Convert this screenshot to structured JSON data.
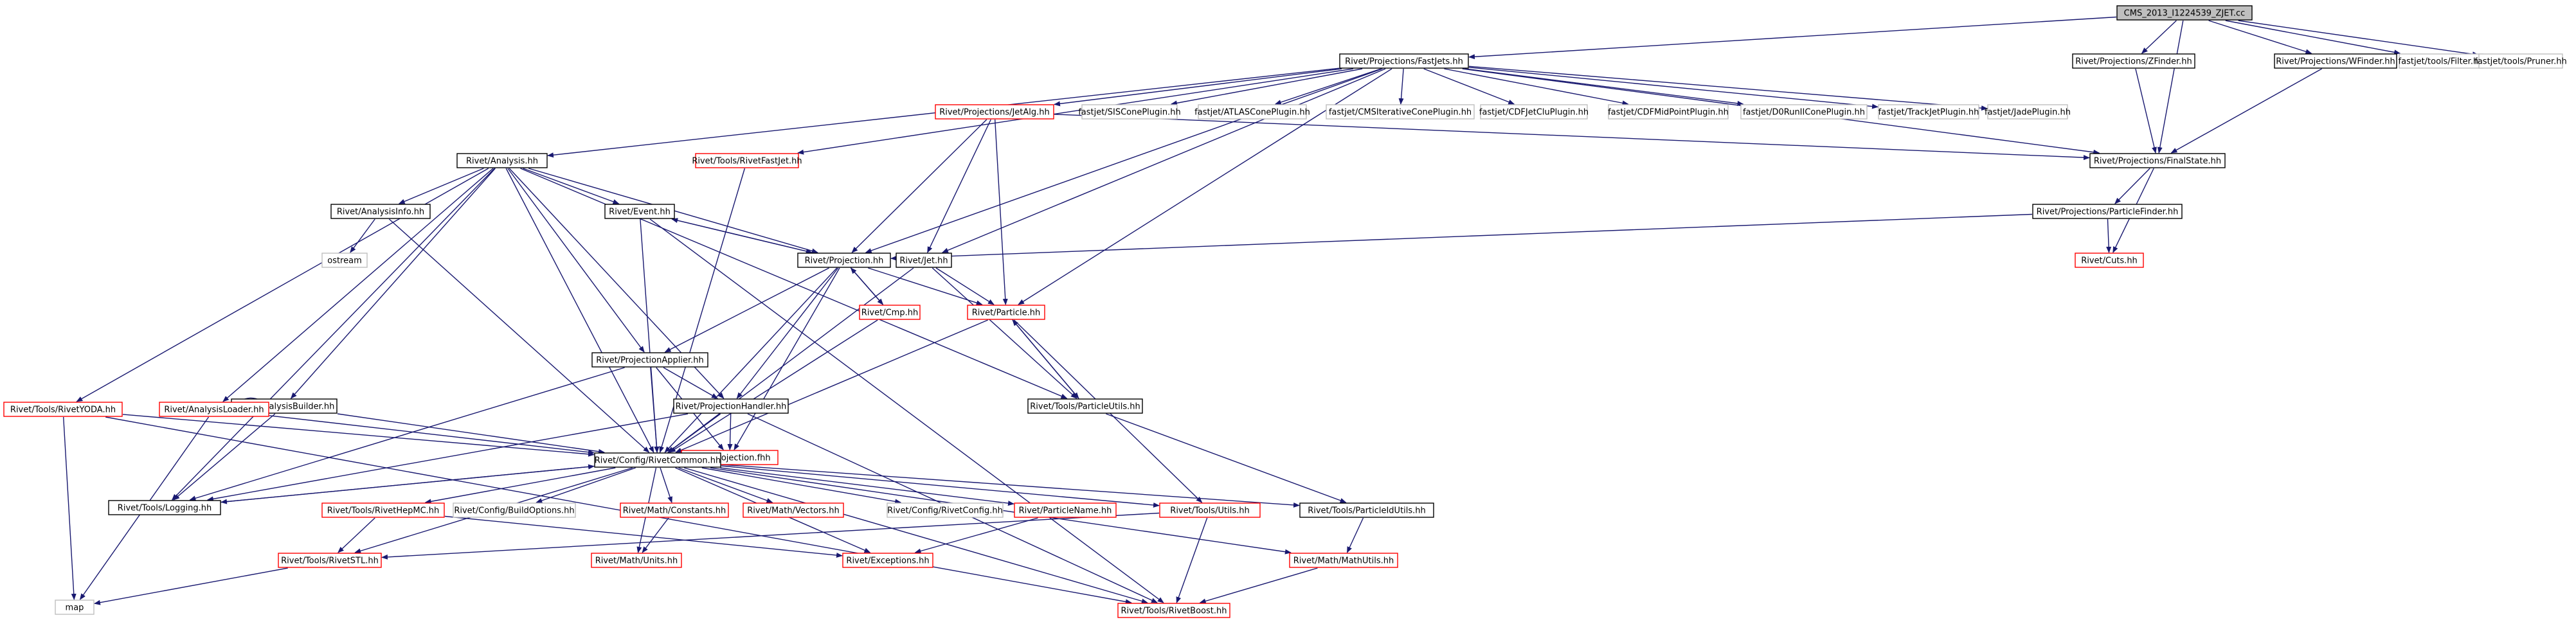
{
  "colors": {
    "edge": "#191970",
    "normal_border": "#000000",
    "missing_border": "#ff0000",
    "external_border": "#bfbfbf",
    "root_fill": "#bfbfbf",
    "node_fill": "#ffffff"
  },
  "nodes": [
    {
      "id": "root",
      "label": "CMS_2013_I1224539_ZJET.cc",
      "kind": "root"
    },
    {
      "id": "fastjets",
      "label": "Rivet/Projections/FastJets.hh",
      "kind": "normal"
    },
    {
      "id": "zfinder",
      "label": "Rivet/Projections/ZFinder.hh",
      "kind": "normal"
    },
    {
      "id": "wfinder",
      "label": "Rivet/Projections/WFinder.hh",
      "kind": "normal"
    },
    {
      "id": "filter",
      "label": "fastjet/tools/Filter.hh",
      "kind": "external"
    },
    {
      "id": "pruner",
      "label": "fastjet/tools/Pruner.hh",
      "kind": "external"
    },
    {
      "id": "jetalg",
      "label": "Rivet/Projections/JetAlg.hh",
      "kind": "missing"
    },
    {
      "id": "siscone",
      "label": "fastjet/SISConePlugin.hh",
      "kind": "external"
    },
    {
      "id": "atlascone",
      "label": "fastjet/ATLASConePlugin.hh",
      "kind": "external"
    },
    {
      "id": "cmscone",
      "label": "fastjet/CMSIterativeConePlugin.hh",
      "kind": "external"
    },
    {
      "id": "cdfjetclu",
      "label": "fastjet/CDFJetCluPlugin.hh",
      "kind": "external"
    },
    {
      "id": "cdfmidpoint",
      "label": "fastjet/CDFMidPointPlugin.hh",
      "kind": "external"
    },
    {
      "id": "d0run",
      "label": "fastjet/D0RunIIConePlugin.hh",
      "kind": "external"
    },
    {
      "id": "trackjet",
      "label": "fastjet/TrackJetPlugin.hh",
      "kind": "external"
    },
    {
      "id": "jade",
      "label": "fastjet/JadePlugin.hh",
      "kind": "external"
    },
    {
      "id": "analysis",
      "label": "Rivet/Analysis.hh",
      "kind": "normal"
    },
    {
      "id": "rivetfastjet",
      "label": "Rivet/Tools/RivetFastJet.hh",
      "kind": "missing"
    },
    {
      "id": "finalstate",
      "label": "Rivet/Projections/FinalState.hh",
      "kind": "normal"
    },
    {
      "id": "analysisinfo",
      "label": "Rivet/AnalysisInfo.hh",
      "kind": "normal"
    },
    {
      "id": "event",
      "label": "Rivet/Event.hh",
      "kind": "normal"
    },
    {
      "id": "particlefinder",
      "label": "Rivet/Projections/ParticleFinder.hh",
      "kind": "normal"
    },
    {
      "id": "ostream",
      "label": "ostream",
      "kind": "external"
    },
    {
      "id": "projection",
      "label": "Rivet/Projection.hh",
      "kind": "normal"
    },
    {
      "id": "jet",
      "label": "Rivet/Jet.hh",
      "kind": "normal"
    },
    {
      "id": "cuts",
      "label": "Rivet/Cuts.hh",
      "kind": "missing"
    },
    {
      "id": "cmp",
      "label": "Rivet/Cmp.hh",
      "kind": "missing"
    },
    {
      "id": "particle",
      "label": "Rivet/Particle.hh",
      "kind": "missing"
    },
    {
      "id": "projectionapplier",
      "label": "Rivet/ProjectionApplier.hh",
      "kind": "normal"
    },
    {
      "id": "analysisbuilder",
      "label": "Rivet/AnalysisBuilder.hh",
      "kind": "normal"
    },
    {
      "id": "particleutils",
      "label": "Rivet/Tools/ParticleUtils.hh",
      "kind": "normal"
    },
    {
      "id": "projectionhandler",
      "label": "Rivet/ProjectionHandler.hh",
      "kind": "normal"
    },
    {
      "id": "rivetyoda",
      "label": "Rivet/Tools/RivetYODA.hh",
      "kind": "missing"
    },
    {
      "id": "analysisloader",
      "label": "Rivet/AnalysisLoader.hh",
      "kind": "missing"
    },
    {
      "id": "projectionfhh",
      "label": "Rivet/Projection.fhh",
      "kind": "missing"
    },
    {
      "id": "rivetcommon",
      "label": "Rivet/Config/RivetCommon.hh",
      "kind": "normal"
    },
    {
      "id": "logging",
      "label": "Rivet/Tools/Logging.hh",
      "kind": "normal"
    },
    {
      "id": "rivethepmc",
      "label": "Rivet/Tools/RivetHepMC.hh",
      "kind": "missing"
    },
    {
      "id": "buildoptions",
      "label": "Rivet/Config/BuildOptions.hh",
      "kind": "external"
    },
    {
      "id": "mathconstants",
      "label": "Rivet/Math/Constants.hh",
      "kind": "missing"
    },
    {
      "id": "mathvectors",
      "label": "Rivet/Math/Vectors.hh",
      "kind": "missing"
    },
    {
      "id": "rivetconfig",
      "label": "Rivet/Config/RivetConfig.hh",
      "kind": "external"
    },
    {
      "id": "particlename",
      "label": "Rivet/ParticleName.hh",
      "kind": "missing"
    },
    {
      "id": "toolsutils",
      "label": "Rivet/Tools/Utils.hh",
      "kind": "missing"
    },
    {
      "id": "particleidutils",
      "label": "Rivet/Tools/ParticleIdUtils.hh",
      "kind": "normal"
    },
    {
      "id": "rivetstl",
      "label": "Rivet/Tools/RivetSTL.hh",
      "kind": "missing"
    },
    {
      "id": "mathunits",
      "label": "Rivet/Math/Units.hh",
      "kind": "missing"
    },
    {
      "id": "exceptions",
      "label": "Rivet/Exceptions.hh",
      "kind": "missing"
    },
    {
      "id": "mathutils",
      "label": "Rivet/Math/MathUtils.hh",
      "kind": "missing"
    },
    {
      "id": "map",
      "label": "map",
      "kind": "external"
    },
    {
      "id": "rivetboost",
      "label": "Rivet/Tools/RivetBoost.hh",
      "kind": "missing"
    }
  ],
  "edges": [
    [
      "root",
      "fastjets"
    ],
    [
      "root",
      "zfinder"
    ],
    [
      "root",
      "wfinder"
    ],
    [
      "root",
      "filter"
    ],
    [
      "root",
      "pruner"
    ],
    [
      "root",
      "finalstate"
    ],
    [
      "fastjets",
      "analysis"
    ],
    [
      "fastjets",
      "rivetfastjet"
    ],
    [
      "fastjets",
      "jetalg"
    ],
    [
      "fastjets",
      "siscone"
    ],
    [
      "fastjets",
      "atlascone"
    ],
    [
      "fastjets",
      "cmscone"
    ],
    [
      "fastjets",
      "cdfjetclu"
    ],
    [
      "fastjets",
      "cdfmidpoint"
    ],
    [
      "fastjets",
      "d0run"
    ],
    [
      "fastjets",
      "trackjet"
    ],
    [
      "fastjets",
      "jade"
    ],
    [
      "fastjets",
      "finalstate"
    ],
    [
      "fastjets",
      "projection"
    ],
    [
      "fastjets",
      "jet"
    ],
    [
      "fastjets",
      "particle"
    ],
    [
      "zfinder",
      "finalstate"
    ],
    [
      "wfinder",
      "finalstate"
    ],
    [
      "jetalg",
      "projection"
    ],
    [
      "jetalg",
      "jet"
    ],
    [
      "jetalg",
      "particle"
    ],
    [
      "jetalg",
      "finalstate"
    ],
    [
      "rivetfastjet",
      "rivetcommon"
    ],
    [
      "finalstate",
      "particlefinder"
    ],
    [
      "finalstate",
      "cuts"
    ],
    [
      "particlefinder",
      "projection"
    ],
    [
      "particlefinder",
      "cuts"
    ],
    [
      "analysis",
      "analysisinfo"
    ],
    [
      "analysis",
      "event"
    ],
    [
      "analysis",
      "projection"
    ],
    [
      "analysis",
      "projectionapplier"
    ],
    [
      "analysis",
      "analysisbuilder"
    ],
    [
      "analysis",
      "particleutils"
    ],
    [
      "analysis",
      "projectionhandler"
    ],
    [
      "analysis",
      "rivetyoda"
    ],
    [
      "analysis",
      "analysisloader"
    ],
    [
      "analysis",
      "rivetcommon"
    ],
    [
      "analysis",
      "logging"
    ],
    [
      "analysisinfo",
      "ostream"
    ],
    [
      "analysisinfo",
      "rivetcommon"
    ],
    [
      "event",
      "projection"
    ],
    [
      "event",
      "rivetcommon"
    ],
    [
      "event",
      "rivetboost"
    ],
    [
      "projection",
      "event"
    ],
    [
      "projection",
      "cmp"
    ],
    [
      "projection",
      "projectionapplier"
    ],
    [
      "projection",
      "projectionhandler"
    ],
    [
      "projection",
      "particle"
    ],
    [
      "projection",
      "projectionfhh"
    ],
    [
      "projection",
      "rivetcommon"
    ],
    [
      "cmp",
      "projection"
    ],
    [
      "cmp",
      "rivetcommon"
    ],
    [
      "jet",
      "particle"
    ],
    [
      "jet",
      "particleutils"
    ],
    [
      "jet",
      "rivetcommon"
    ],
    [
      "particle",
      "particleutils"
    ],
    [
      "particle",
      "rivetcommon"
    ],
    [
      "particle",
      "toolsutils"
    ],
    [
      "particleutils",
      "particle"
    ],
    [
      "particleutils",
      "particleidutils"
    ],
    [
      "projectionapplier",
      "projectionhandler"
    ],
    [
      "projectionapplier",
      "projectionfhh"
    ],
    [
      "projectionapplier",
      "rivetcommon"
    ],
    [
      "projectionapplier",
      "logging"
    ],
    [
      "analysisbuilder",
      "analysisloader"
    ],
    [
      "analysisbuilder",
      "rivetcommon"
    ],
    [
      "analysisbuilder",
      "logging"
    ],
    [
      "projectionhandler",
      "projectionfhh"
    ],
    [
      "projectionhandler",
      "rivetcommon"
    ],
    [
      "projectionhandler",
      "logging"
    ],
    [
      "projectionhandler",
      "rivetboost"
    ],
    [
      "rivetyoda",
      "rivetcommon"
    ],
    [
      "rivetyoda",
      "map"
    ],
    [
      "rivetyoda",
      "rivetboost"
    ],
    [
      "analysisloader",
      "rivetcommon"
    ],
    [
      "analysisloader",
      "map"
    ],
    [
      "rivetcommon",
      "logging"
    ],
    [
      "rivetcommon",
      "rivethepmc"
    ],
    [
      "rivetcommon",
      "buildoptions"
    ],
    [
      "rivetcommon",
      "mathconstants"
    ],
    [
      "rivetcommon",
      "mathvectors"
    ],
    [
      "rivetcommon",
      "rivetconfig"
    ],
    [
      "rivetcommon",
      "particlename"
    ],
    [
      "rivetcommon",
      "toolsutils"
    ],
    [
      "rivetcommon",
      "particleidutils"
    ],
    [
      "rivetcommon",
      "rivetstl"
    ],
    [
      "rivetcommon",
      "mathunits"
    ],
    [
      "rivetcommon",
      "exceptions"
    ],
    [
      "rivetcommon",
      "mathutils"
    ],
    [
      "rivetcommon",
      "rivetboost"
    ],
    [
      "logging",
      "rivetcommon"
    ],
    [
      "rivethepmc",
      "rivetstl"
    ],
    [
      "rivethepmc",
      "exceptions"
    ],
    [
      "mathconstants",
      "mathunits"
    ],
    [
      "particlename",
      "exceptions"
    ],
    [
      "toolsutils",
      "rivetstl"
    ],
    [
      "toolsutils",
      "rivetboost"
    ],
    [
      "particleidutils",
      "mathutils"
    ],
    [
      "mathutils",
      "rivetboost"
    ],
    [
      "rivetstl",
      "map"
    ]
  ]
}
